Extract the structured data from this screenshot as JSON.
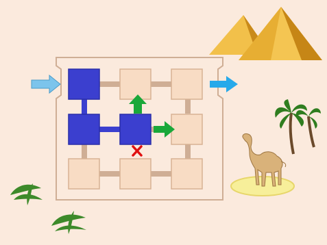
{
  "game": {
    "type": "maze-path-puzzle",
    "grid": {
      "rows": 3,
      "cols": 3
    },
    "visited_cells": [
      [
        0,
        0
      ],
      [
        1,
        0
      ],
      [
        1,
        1
      ]
    ],
    "entrance": {
      "row": 0,
      "side": "left"
    },
    "exit": {
      "row": 0,
      "side": "right"
    },
    "current_cell": [
      1,
      1
    ],
    "move_options": [
      {
        "direction": "up",
        "color": "#1aa83a"
      },
      {
        "direction": "right",
        "color": "#1aa83a"
      }
    ],
    "blocked_moves": [
      {
        "direction": "down",
        "symbol": "X",
        "color": "#e01010"
      }
    ]
  },
  "colors": {
    "background": "#fbeadd",
    "room_fill": "#f8dcc4",
    "room_stroke": "#d7b293",
    "visited_fill": "#3b3fcf",
    "visited_stroke": "#2a2ea8",
    "wall": "#cfae95",
    "entry_arrow": "#7cc4ec",
    "exit_arrow": "#27a9ea",
    "move_arrow": "#1aa83a",
    "blocked_mark": "#e01010",
    "pyramid_light": "#f2c04a",
    "pyramid_dark": "#c98a1a"
  },
  "decorations": [
    "pyramids",
    "palm-trees",
    "camel",
    "oasis-pool",
    "palm-fronds"
  ]
}
